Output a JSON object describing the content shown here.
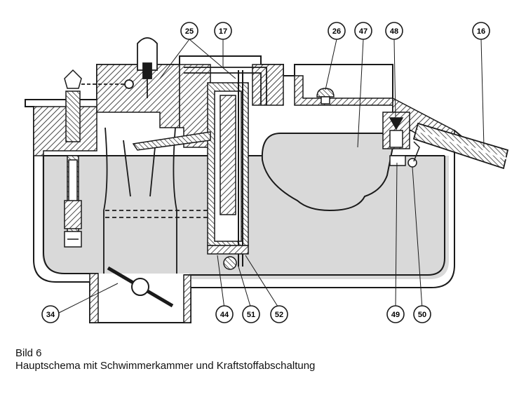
{
  "figure": {
    "number_label": "Bild 6",
    "title": "Hauptschema mit Schwimmerkammer und Kraftstoffabschaltung"
  },
  "callouts": [
    "25",
    "17",
    "26",
    "47",
    "48",
    "16",
    "34",
    "44",
    "51",
    "52",
    "49",
    "50"
  ],
  "colors": {
    "ink": "#1a1a1a",
    "fuel": "#d9d9d9",
    "paper": "#ffffff"
  }
}
